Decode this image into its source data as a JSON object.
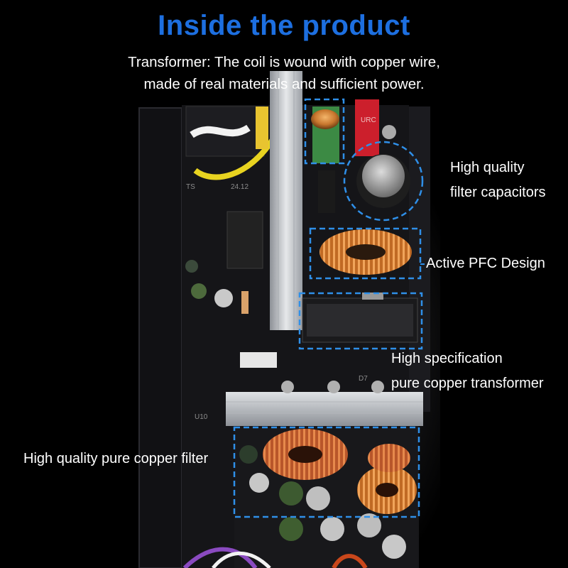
{
  "heading": "Inside the product",
  "intro": {
    "line1": "Transformer: The coil is wound with copper wire,",
    "line2": "made of real materials and sufficient power."
  },
  "callouts": {
    "capacitors": {
      "line1": "High quality",
      "line2": "filter capacitors"
    },
    "pfc": {
      "line1": "Active PFC Design"
    },
    "transformer": {
      "line1": "High specification",
      "line2": "pure copper transformer"
    },
    "filter": {
      "line1": "High quality pure copper filter"
    }
  },
  "board_markings": {
    "label_ts": "TS",
    "label_2412": "24.12",
    "label_d7": "D7",
    "label_u10": "U10",
    "label_urc": "URC"
  },
  "colors": {
    "accent": "#1d6fe0",
    "highlight_box": "#2f8fe8",
    "background": "#000000",
    "text": "#ffffff"
  }
}
